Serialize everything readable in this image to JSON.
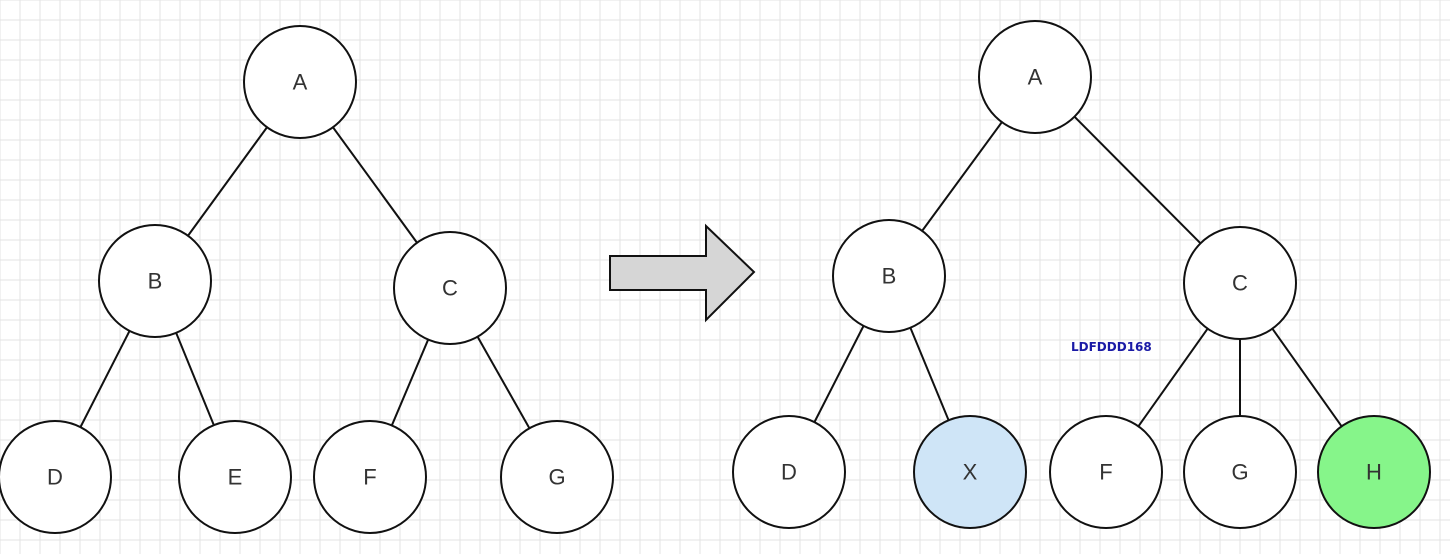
{
  "colors": {
    "grid_line": "#e3e3e3",
    "node_fill": "#ffffff",
    "node_stroke": "#111111",
    "highlight_blue": "#cfe5f7",
    "highlight_green": "#86f58a",
    "arrow_fill": "#d6d6d6",
    "watermark_text": "#1a1aa6"
  },
  "left_tree": {
    "nodes": [
      {
        "id": "A",
        "label": "A"
      },
      {
        "id": "B",
        "label": "B"
      },
      {
        "id": "C",
        "label": "C"
      },
      {
        "id": "D",
        "label": "D"
      },
      {
        "id": "E",
        "label": "E"
      },
      {
        "id": "F",
        "label": "F"
      },
      {
        "id": "G",
        "label": "G"
      }
    ],
    "edges": [
      [
        "A",
        "B"
      ],
      [
        "A",
        "C"
      ],
      [
        "B",
        "D"
      ],
      [
        "B",
        "E"
      ],
      [
        "C",
        "F"
      ],
      [
        "C",
        "G"
      ]
    ]
  },
  "arrow": {
    "icon": "right-arrow-icon"
  },
  "right_tree": {
    "nodes": [
      {
        "id": "A",
        "label": "A"
      },
      {
        "id": "B",
        "label": "B"
      },
      {
        "id": "C",
        "label": "C"
      },
      {
        "id": "D",
        "label": "D"
      },
      {
        "id": "X",
        "label": "X",
        "highlight": "highlight_blue"
      },
      {
        "id": "F",
        "label": "F"
      },
      {
        "id": "G",
        "label": "G"
      },
      {
        "id": "H",
        "label": "H",
        "highlight": "highlight_green"
      }
    ],
    "edges": [
      [
        "A",
        "B"
      ],
      [
        "A",
        "C"
      ],
      [
        "B",
        "D"
      ],
      [
        "B",
        "X"
      ],
      [
        "C",
        "F"
      ],
      [
        "C",
        "G"
      ],
      [
        "C",
        "H"
      ]
    ]
  },
  "watermark": "LDFDDD168"
}
